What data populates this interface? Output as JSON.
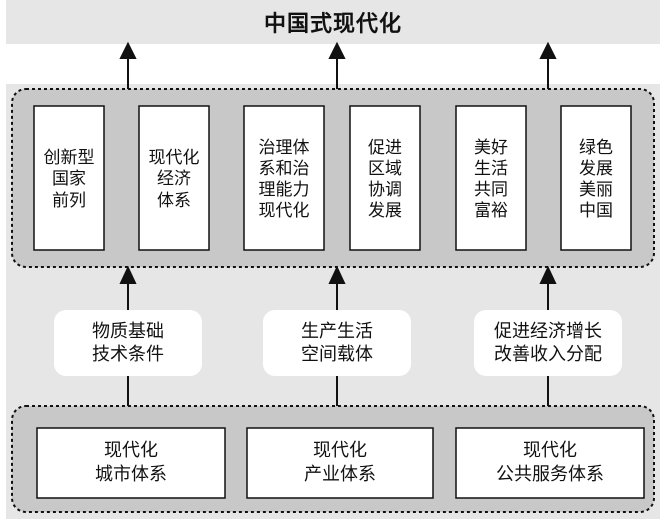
{
  "title": "中国式现代化",
  "goals": [
    "创新型\n国家\n前列",
    "现代化\n经济\n体系",
    "治理体\n系和治\n理能力\n现代化",
    "促进\n区域\n协调\n发展",
    "美好\n生活\n共同\n富裕",
    "绿色\n发展\n美丽\n中国"
  ],
  "supports": [
    "物质基础\n技术条件",
    "生产生活\n空间载体",
    "促进经济增长\n改善收入分配"
  ],
  "bases": [
    "现代化\n城市体系",
    "现代化\n产业体系",
    "现代化\n公共服务体系"
  ],
  "colors": {
    "band": "#e6e6e6",
    "panel": "#c8c8c8",
    "box": "#ffffff",
    "line": "#111111"
  }
}
